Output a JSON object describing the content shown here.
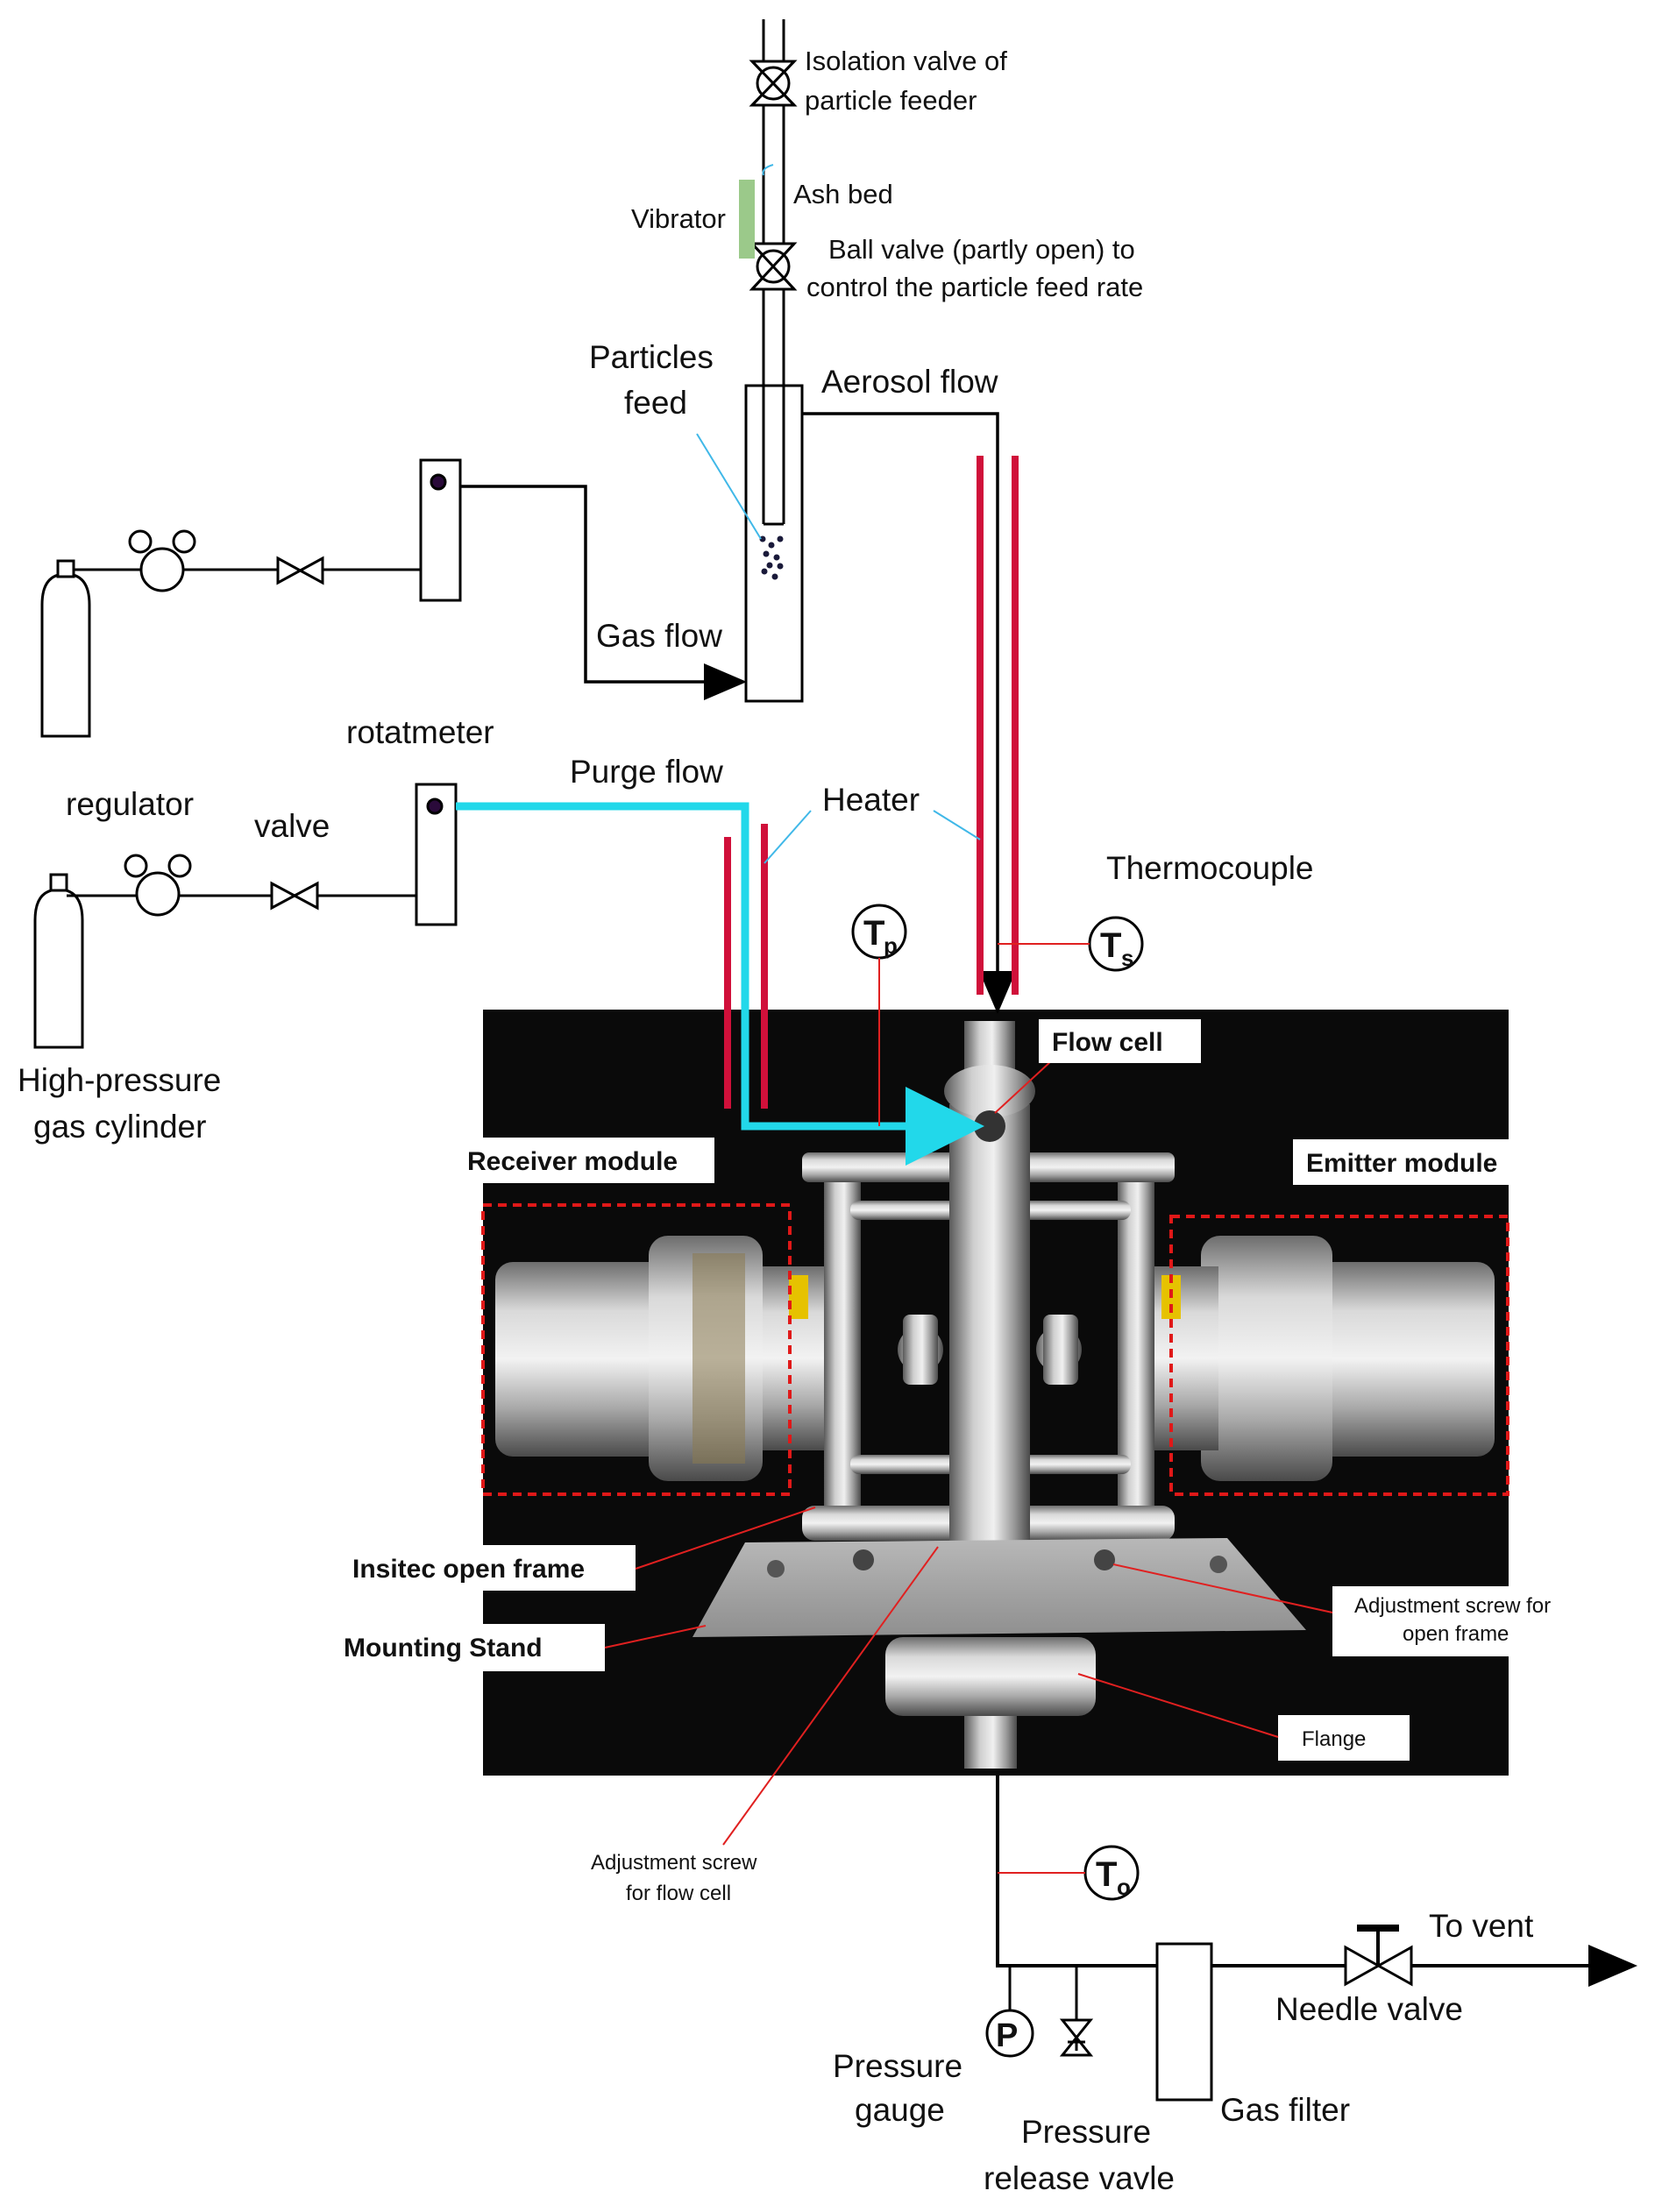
{
  "labels": {
    "isolation_valve_1": "Isolation valve of",
    "isolation_valve_2": "particle feeder",
    "ash_bed": "Ash bed",
    "vibrator": "Vibrator",
    "ball_valve_1": "Ball valve (partly open) to",
    "ball_valve_2": "control the particle feed rate",
    "particles_feed_1": "Particles",
    "particles_feed_2": "feed",
    "aerosol_flow": "Aerosol flow",
    "gas_flow": "Gas flow",
    "rotatmeter": "rotatmeter",
    "purge_flow": "Purge flow",
    "heater": "Heater",
    "regulator": "regulator",
    "valve": "valve",
    "thermocouple": "Thermocouple",
    "cylinder_1": "High-pressure",
    "cylinder_2": "gas cylinder",
    "flow_cell": "Flow cell",
    "receiver_module": "Receiver module",
    "emitter_module": "Emitter module",
    "insitec_open_frame": "Insitec open frame",
    "mounting_stand": "Mounting Stand",
    "adj_open_frame_1": "Adjustment screw for",
    "adj_open_frame_2": "open frame",
    "flange": "Flange",
    "adj_flow_cell_1": "Adjustment screw",
    "adj_flow_cell_2": "for flow cell",
    "to_vent": "To vent",
    "needle_valve": "Needle valve",
    "pressure_gauge_1": "Pressure",
    "pressure_gauge_2": "gauge",
    "pressure_release_1": "Pressure",
    "pressure_release_2": "release vavle",
    "gas_filter": "Gas filter"
  },
  "symbols": {
    "tp_main": "T",
    "tp_sub": "p",
    "ts_main": "T",
    "ts_sub": "s",
    "to_main": "T",
    "to_sub": "o",
    "p_main": "P"
  },
  "colors": {
    "line": "#000000",
    "heater": "#d0103a",
    "purge": "#22d8ea",
    "leader_red": "#e02020",
    "leader_blue": "#40b8e8",
    "vibrator": "#9bc98a",
    "photo_bg": "#0a0a0a",
    "dashed_box": "#e01818"
  }
}
